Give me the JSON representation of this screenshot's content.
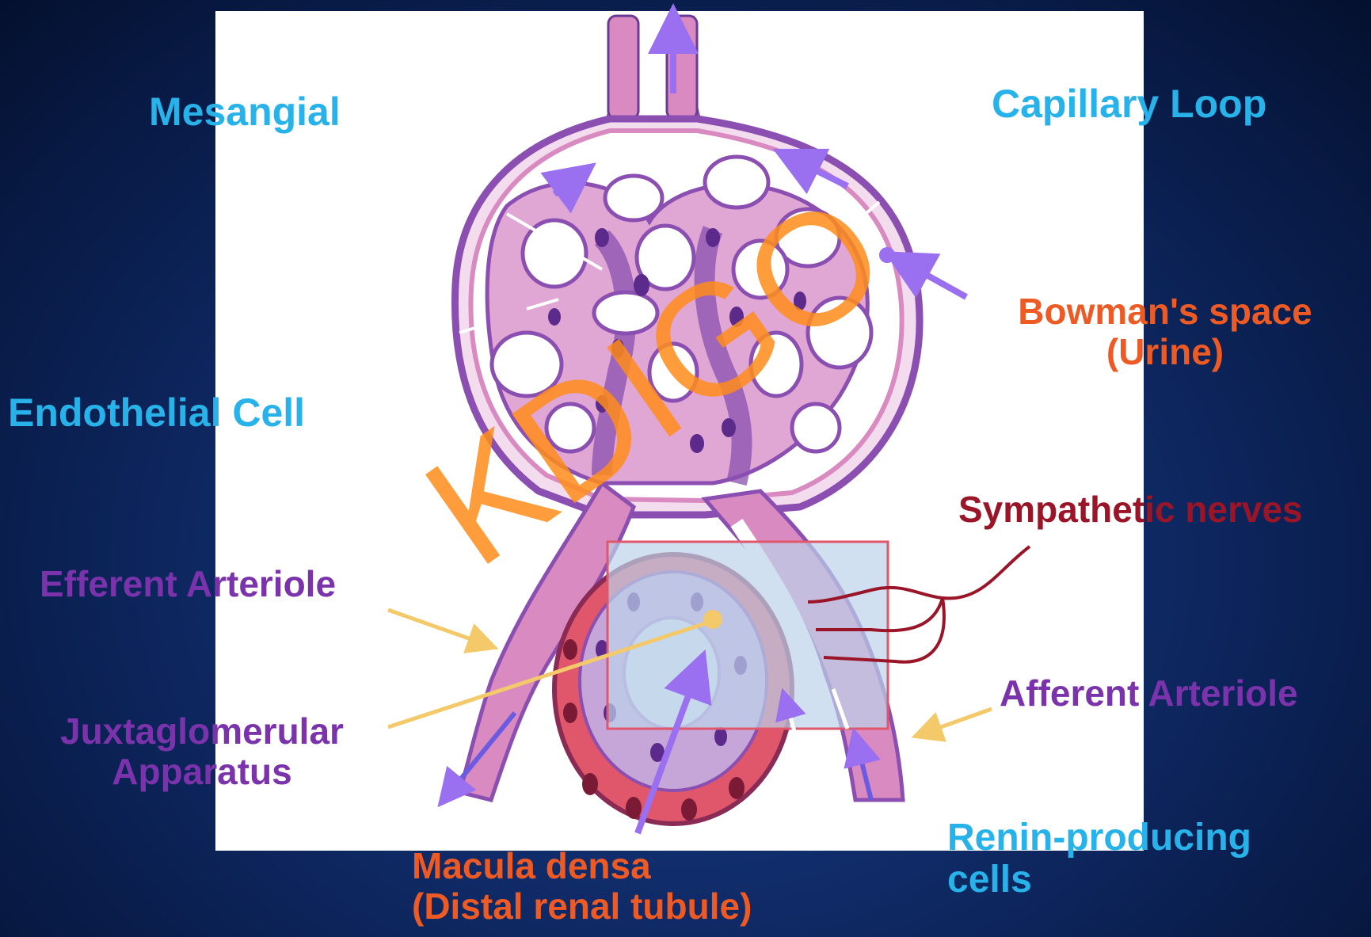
{
  "watermark": "KDIGO",
  "labels": {
    "mesangial": "Mesangial",
    "capillary_loop": "Capillary Loop",
    "bowmans_space_line1": "Bowman's space",
    "bowmans_space_line2": "(Urine)",
    "endothelial_cell": "Endothelial Cell",
    "sympathetic_nerves": "Sympathetic nerves",
    "efferent_arteriole": "Efferent Arteriole",
    "juxtaglomerular_line1": "Juxtaglomerular",
    "juxtaglomerular_line2": "Apparatus",
    "afferent_arteriole": "Afferent Arteriole",
    "macula_densa_line1": "Macula densa",
    "macula_densa_line2": "(Distal renal tubule)",
    "renin_line1": "Renin-producing",
    "renin_line2": "cells"
  },
  "colors": {
    "background": "#0f2a66",
    "blue_label": "#27b3ea",
    "orange_label": "#ee5a24",
    "red_label": "#9a1528",
    "purple_label": "#7a33aa",
    "watermark": "#ff8c1a",
    "tissue_pink": "#d98ac0",
    "tissue_purple": "#8a4fb0",
    "tubule_red": "#e0566a",
    "arrow_purple": "#9a6ff0",
    "arrow_yellow": "#f3c96a"
  }
}
